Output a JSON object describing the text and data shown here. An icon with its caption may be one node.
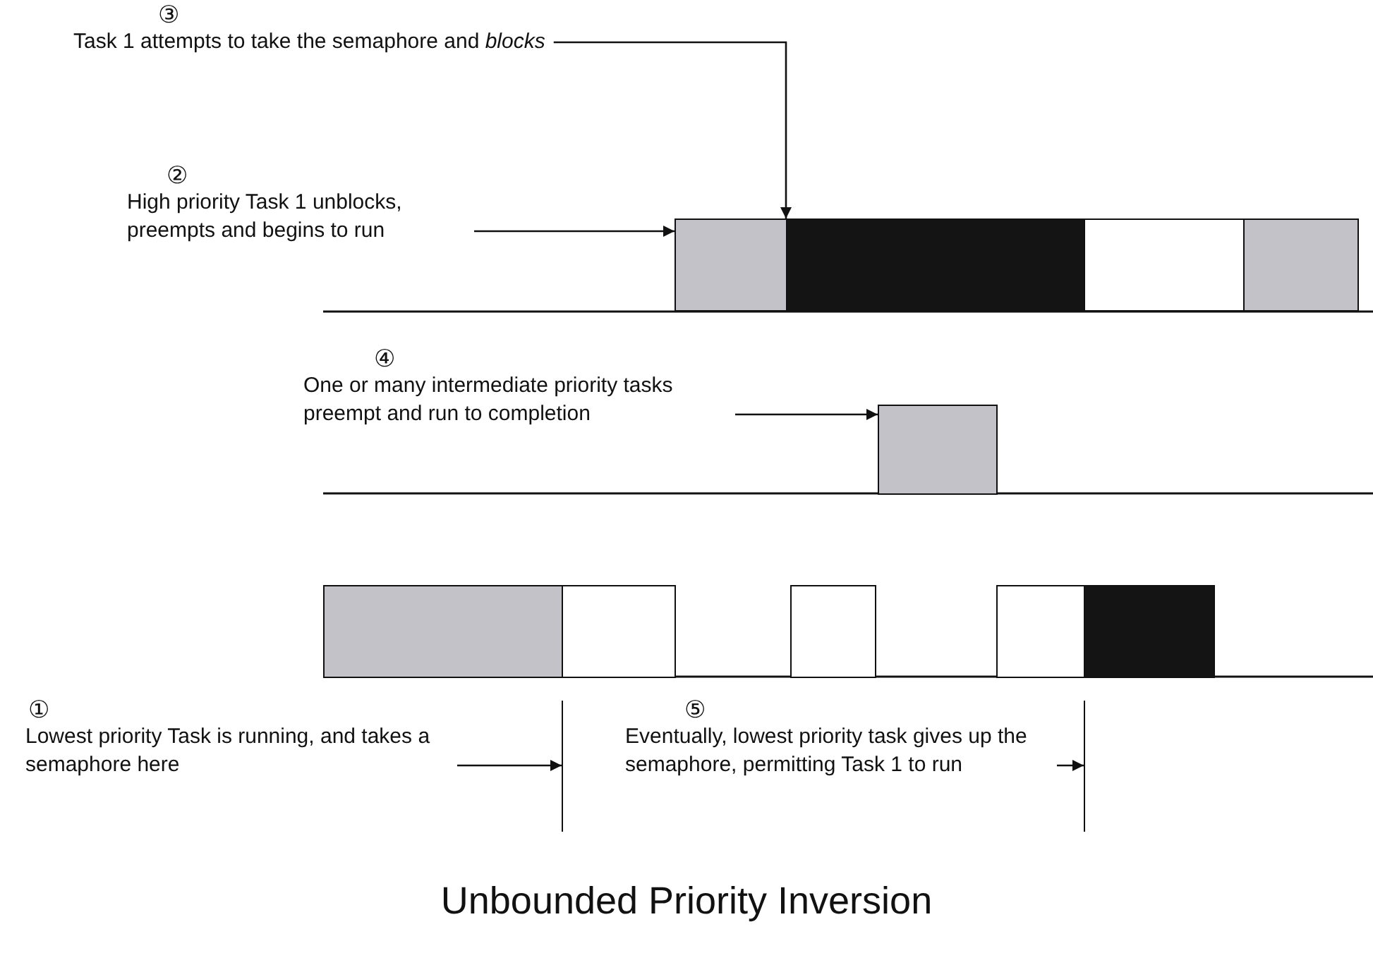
{
  "diagram": {
    "caption": "Unbounded Priority Inversion",
    "nodes": [
      {
        "text": [
          "③",
          "Task 1 attempts to take the semaphore and *blocks*"
        ]
      },
      {
        "text": [
          "②",
          "High priority Task 1 unblocks, preempts and begins to run"
        ]
      },
      {
        "text": [],
        "shape": "bar"
      },
      {
        "text": [],
        "shape": "bar"
      },
      {
        "text": [],
        "shape": "bar"
      },
      {
        "text": [],
        "shape": "bar"
      },
      {
        "text": [
          "④",
          "One or many intermediate priority tasks preempt and run to completion"
        ]
      },
      {
        "text": [],
        "shape": "bar"
      },
      {
        "text": [],
        "shape": "bar"
      },
      {
        "text": [],
        "shape": "bar"
      },
      {
        "text": [],
        "shape": "bar"
      },
      {
        "text": [],
        "shape": "bar"
      },
      {
        "text": [],
        "shape": "bar"
      },
      {
        "text": [
          "①",
          "Lowest priority Task is running, and takes a semaphore here"
        ]
      },
      {
        "text": [],
        "shape": "line"
      },
      {
        "text": [
          "⑤",
          "Eventually, lowest priority task gives up the semaphore, permitting Task 1 to run"
        ]
      },
      {
        "text": [],
        "shape": "line"
      }
    ],
    "edges": [
      {
        "from": 0,
        "to": 3,
        "arrow": "to"
      },
      {
        "from": 1,
        "to": 2,
        "arrow": "to"
      },
      {
        "from": 6,
        "to": 7,
        "arrow": "to"
      },
      {
        "from": 13,
        "to": 14,
        "arrow": "to"
      },
      {
        "from": 15,
        "to": 16,
        "arrow": "to"
      }
    ]
  }
}
